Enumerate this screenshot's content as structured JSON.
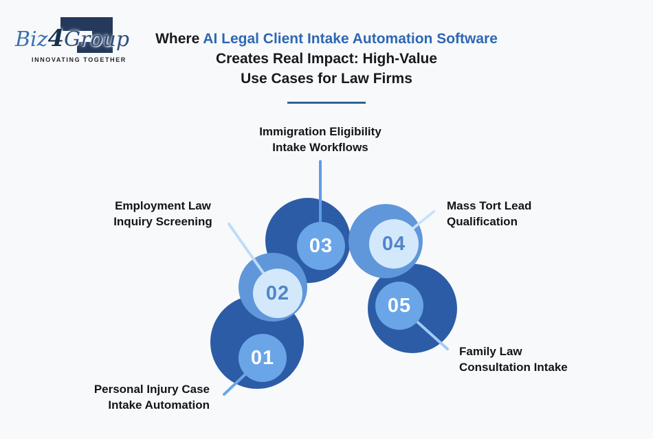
{
  "logo": {
    "name_part1": "Biz",
    "name_part2": "4",
    "name_part3": "Group",
    "tagline": "INNOVATING TOGETHER"
  },
  "title": {
    "lead": "Where",
    "highlight": "AI Legal Client Intake Automation Software",
    "line2": "Creates Real Impact: High-Value",
    "line3": "Use Cases for Law Firms"
  },
  "colors": {
    "background": "#f8f9fb",
    "title_text": "#19191b",
    "title_highlight": "#2d67b4",
    "divider": "#2f6397",
    "dark_circle": "#2d5ca6",
    "medium_outer_circle": "#5f97da",
    "medium_inner_circle": "#6aa5e8",
    "pale_inner_circle": "#d4e8fb",
    "pale_number_text": "#4f86c9",
    "label_text": "#141416",
    "logo_mark": "#24395c"
  },
  "items": [
    {
      "number": "01",
      "label": [
        "Personal Injury Case",
        "Intake Automation"
      ]
    },
    {
      "number": "02",
      "label": [
        "Employment Law",
        "Inquiry Screening"
      ]
    },
    {
      "number": "03",
      "label": [
        "Immigration Eligibility",
        "Intake Workflows"
      ]
    },
    {
      "number": "04",
      "label": [
        "Mass Tort Lead",
        "Qualification"
      ]
    },
    {
      "number": "05",
      "label": [
        "Family Law",
        "Consultation Intake"
      ]
    }
  ]
}
